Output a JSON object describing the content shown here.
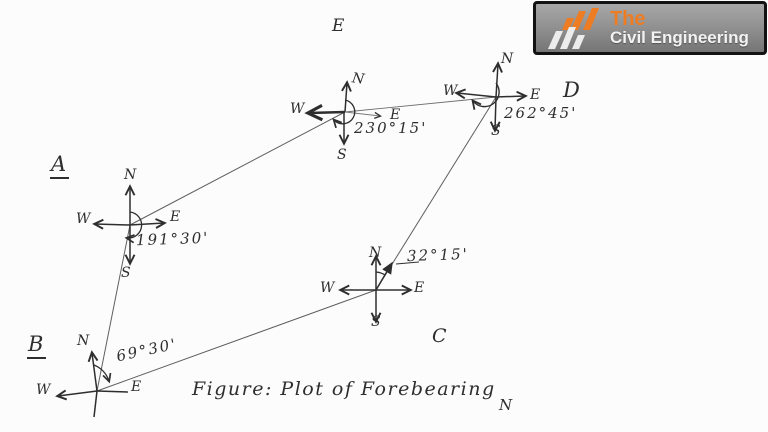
{
  "logo": {
    "line1": "The",
    "line2": "Civil Engineering",
    "accent": "#ED7C23",
    "text_color": "#F2F2F2"
  },
  "figure": {
    "caption": "Figure: Plot of Forebearing",
    "stray_north": "N",
    "ink_color": "#2E2E2E"
  },
  "stations": {
    "A": {
      "label": "A",
      "bearing": "191°30'",
      "n": "N",
      "s": "S",
      "e": "E",
      "w": "W"
    },
    "B": {
      "label": "B",
      "bearing": "69°30'",
      "n": "N",
      "e": "E",
      "w": "W"
    },
    "C": {
      "label": "C",
      "bearing": "32°15'",
      "n": "N",
      "s": "S",
      "e": "E",
      "w": "W"
    },
    "D": {
      "label": "D",
      "bearing": "262°45'",
      "n": "N",
      "s": "S",
      "e": "E",
      "w": "W"
    },
    "E": {
      "label": "E",
      "bearing": "230°15'",
      "n": "N",
      "s": "S",
      "e": "E",
      "w": "W"
    }
  }
}
